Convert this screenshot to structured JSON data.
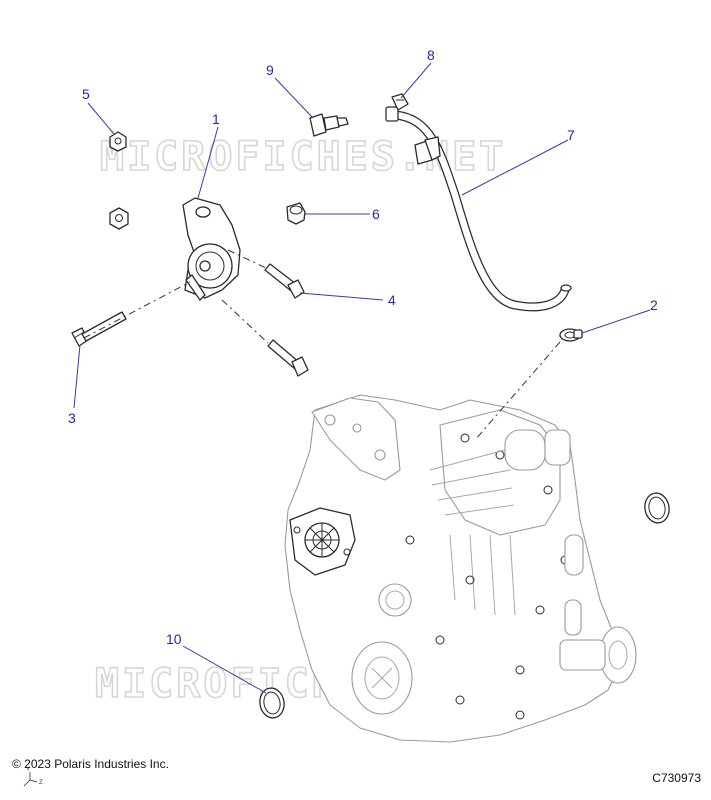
{
  "watermark": "MICROFICHES.NET",
  "callouts": [
    "1",
    "2",
    "3",
    "4",
    "5",
    "6",
    "7",
    "8",
    "9",
    "10"
  ],
  "axes": {
    "y": "Y",
    "z": "Z"
  },
  "copyright": "© 2023 Polaris Industries Inc.",
  "drawing_id": "C730973"
}
